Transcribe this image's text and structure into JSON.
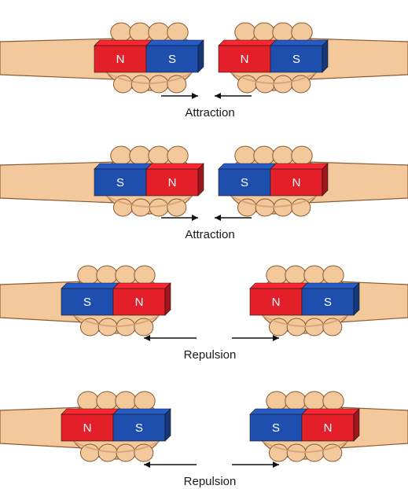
{
  "colors": {
    "north": "#e3202a",
    "south": "#1f4fae",
    "skin": "#f3c99c",
    "skin_shadow": "#d59d6f",
    "outline": "#8a5a34",
    "arrow": "#111111"
  },
  "poles": {
    "N": "N",
    "S": "S"
  },
  "rows": [
    {
      "caption": "Attraction",
      "left_magnet": [
        "N",
        "S"
      ],
      "right_magnet": [
        "N",
        "S"
      ],
      "arrows": "inward"
    },
    {
      "caption": "Attraction",
      "left_magnet": [
        "S",
        "N"
      ],
      "right_magnet": [
        "S",
        "N"
      ],
      "arrows": "inward"
    },
    {
      "caption": "Repulsion",
      "left_magnet": [
        "S",
        "N"
      ],
      "right_magnet": [
        "N",
        "S"
      ],
      "arrows": "outward"
    },
    {
      "caption": "Repulsion",
      "left_magnet": [
        "N",
        "S"
      ],
      "right_magnet": [
        "S",
        "N"
      ],
      "arrows": "outward"
    }
  ]
}
